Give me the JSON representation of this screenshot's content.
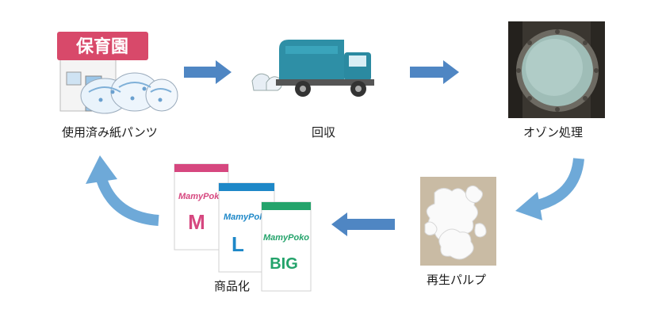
{
  "steps": {
    "used_pants": {
      "label": "使用済み紙パンツ",
      "sign": "保育園"
    },
    "collection": {
      "label": "回収"
    },
    "ozone": {
      "label": "オゾン処理"
    },
    "pulp": {
      "label": "再生パルプ"
    },
    "product": {
      "label": "商品化",
      "packs": [
        {
          "brand": "MamyPoko",
          "size": "M",
          "color": "#d6477f"
        },
        {
          "brand": "MamyPoko",
          "size": "L",
          "color": "#1e88c8"
        },
        {
          "brand": "MamyPoko",
          "size": "BIG",
          "color": "#24a36b"
        }
      ]
    }
  },
  "colors": {
    "arrow": "#4f86c3",
    "curved_arrow": "#6ea9d8"
  }
}
